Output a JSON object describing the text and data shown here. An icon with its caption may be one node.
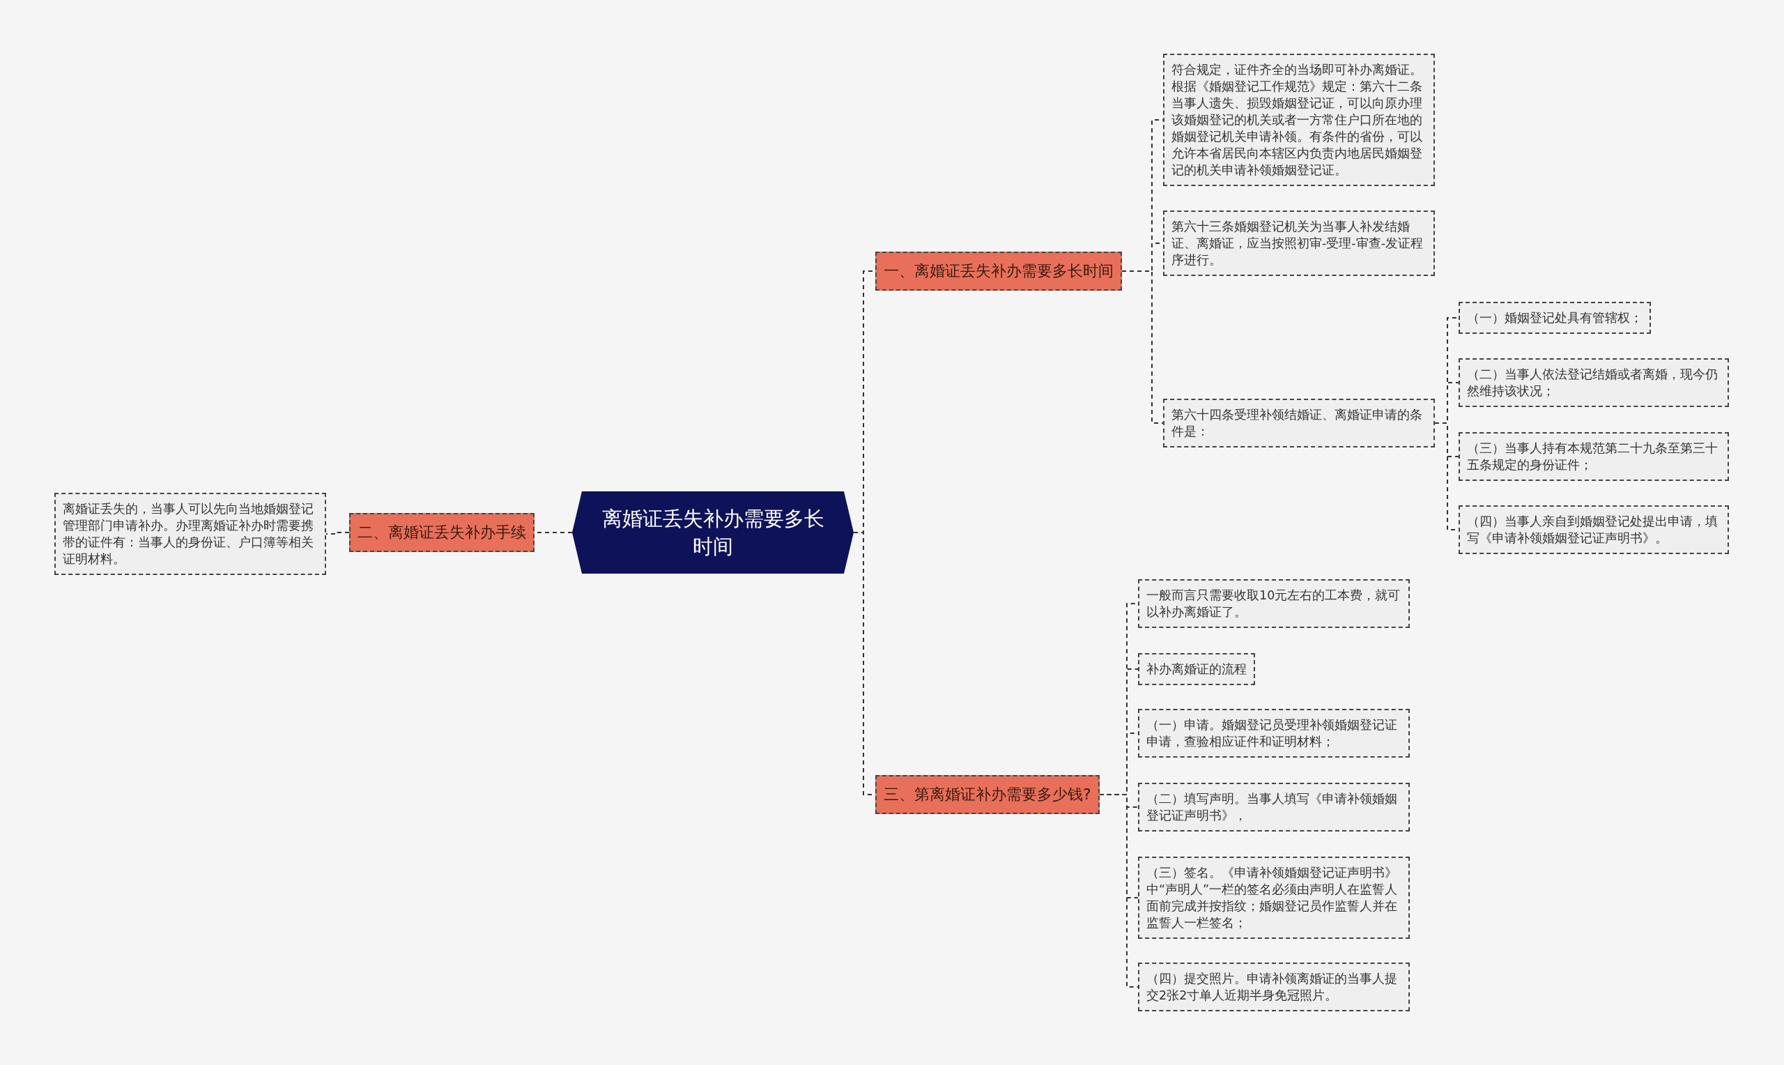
{
  "diagram": {
    "nodes": [
      {
        "text": [
          "离婚证丢失补办需要多长时间"
        ]
      },
      {
        "text": [
          "一、离婚证丢失补办需要多长时间"
        ]
      },
      {
        "text": [
          "二、离婚证丢失补办手续"
        ]
      },
      {
        "text": [
          "三、第离婚证补办需要多少钱?"
        ]
      },
      {
        "text": [
          "离婚证丢失的，当事人可以先向当地婚姻登记管理部门申请补办。办理离婚证补办时需要携带的证件有：当事人的身份证、户口簿等相关证明材料。"
        ]
      },
      {
        "text": [
          "符合规定，证件齐全的当场即可补办离婚证。根据《婚姻登记工作规范》规定：第六十二条当事人遗失、损毁婚姻登记证，可以向原办理该婚姻登记的机关或者一方常住户口所在地的婚姻登记机关申请补领。有条件的省份，可以允许本省居民向本辖区内负责内地居民婚姻登记的机关申请补领婚姻登记证。"
        ]
      },
      {
        "text": [
          "第六十三条婚姻登记机关为当事人补发结婚证、离婚证，应当按照初审-受理-审查-发证程序进行。"
        ]
      },
      {
        "text": [
          "第六十四条受理补领结婚证、离婚证申请的条件是："
        ]
      },
      {
        "text": [
          "（一）婚姻登记处具有管辖权；"
        ]
      },
      {
        "text": [
          "（二）当事人依法登记结婚或者离婚，现今仍然维持该状况；"
        ]
      },
      {
        "text": [
          "（三）当事人持有本规范第二十九条至第三十五条规定的身份证件；"
        ]
      },
      {
        "text": [
          "（四）当事人亲自到婚姻登记处提出申请，填写《申请补领婚姻登记证声明书》。"
        ]
      },
      {
        "text": [
          "一般而言只需要收取10元左右的工本费，就可以补办离婚证了。"
        ]
      },
      {
        "text": [
          "补办离婚证的流程"
        ]
      },
      {
        "text": [
          "（一）申请。婚姻登记员受理补领婚姻登记证申请，查验相应证件和证明材料；"
        ]
      },
      {
        "text": [
          "（二）填写声明。当事人填写《申请补领婚姻登记证声明书》，"
        ]
      },
      {
        "text": [
          "（三）签名。《申请补领婚姻登记证声明书》中“声明人”一栏的签名必须由声明人在监誓人面前完成并按指纹；婚姻登记员作监誓人并在监誓人一栏签名；"
        ]
      },
      {
        "text": [
          "（四）提交照片。申请补领离婚证的当事人提交2张2寸单人近期半身免冠照片。"
        ]
      }
    ],
    "edges": [
      {
        "from": 0,
        "to": 1,
        "arrow": "none",
        "style": "dashed"
      },
      {
        "from": 0,
        "to": 2,
        "arrow": "none",
        "style": "dashed"
      },
      {
        "from": 0,
        "to": 3,
        "arrow": "none",
        "style": "dashed"
      },
      {
        "from": 2,
        "to": 4,
        "arrow": "none",
        "style": "dashed"
      },
      {
        "from": 1,
        "to": 5,
        "arrow": "none",
        "style": "dashed"
      },
      {
        "from": 1,
        "to": 6,
        "arrow": "none",
        "style": "dashed"
      },
      {
        "from": 1,
        "to": 7,
        "arrow": "none",
        "style": "dashed"
      },
      {
        "from": 7,
        "to": 8,
        "arrow": "none",
        "style": "dashed"
      },
      {
        "from": 7,
        "to": 9,
        "arrow": "none",
        "style": "dashed"
      },
      {
        "from": 7,
        "to": 10,
        "arrow": "none",
        "style": "dashed"
      },
      {
        "from": 7,
        "to": 11,
        "arrow": "none",
        "style": "dashed"
      },
      {
        "from": 3,
        "to": 12,
        "arrow": "none",
        "style": "dashed"
      },
      {
        "from": 3,
        "to": 13,
        "arrow": "none",
        "style": "dashed"
      },
      {
        "from": 3,
        "to": 14,
        "arrow": "none",
        "style": "dashed"
      },
      {
        "from": 3,
        "to": 15,
        "arrow": "none",
        "style": "dashed"
      },
      {
        "from": 3,
        "to": 16,
        "arrow": "none",
        "style": "dashed"
      },
      {
        "from": 3,
        "to": 17,
        "arrow": "none",
        "style": "dashed"
      }
    ]
  }
}
